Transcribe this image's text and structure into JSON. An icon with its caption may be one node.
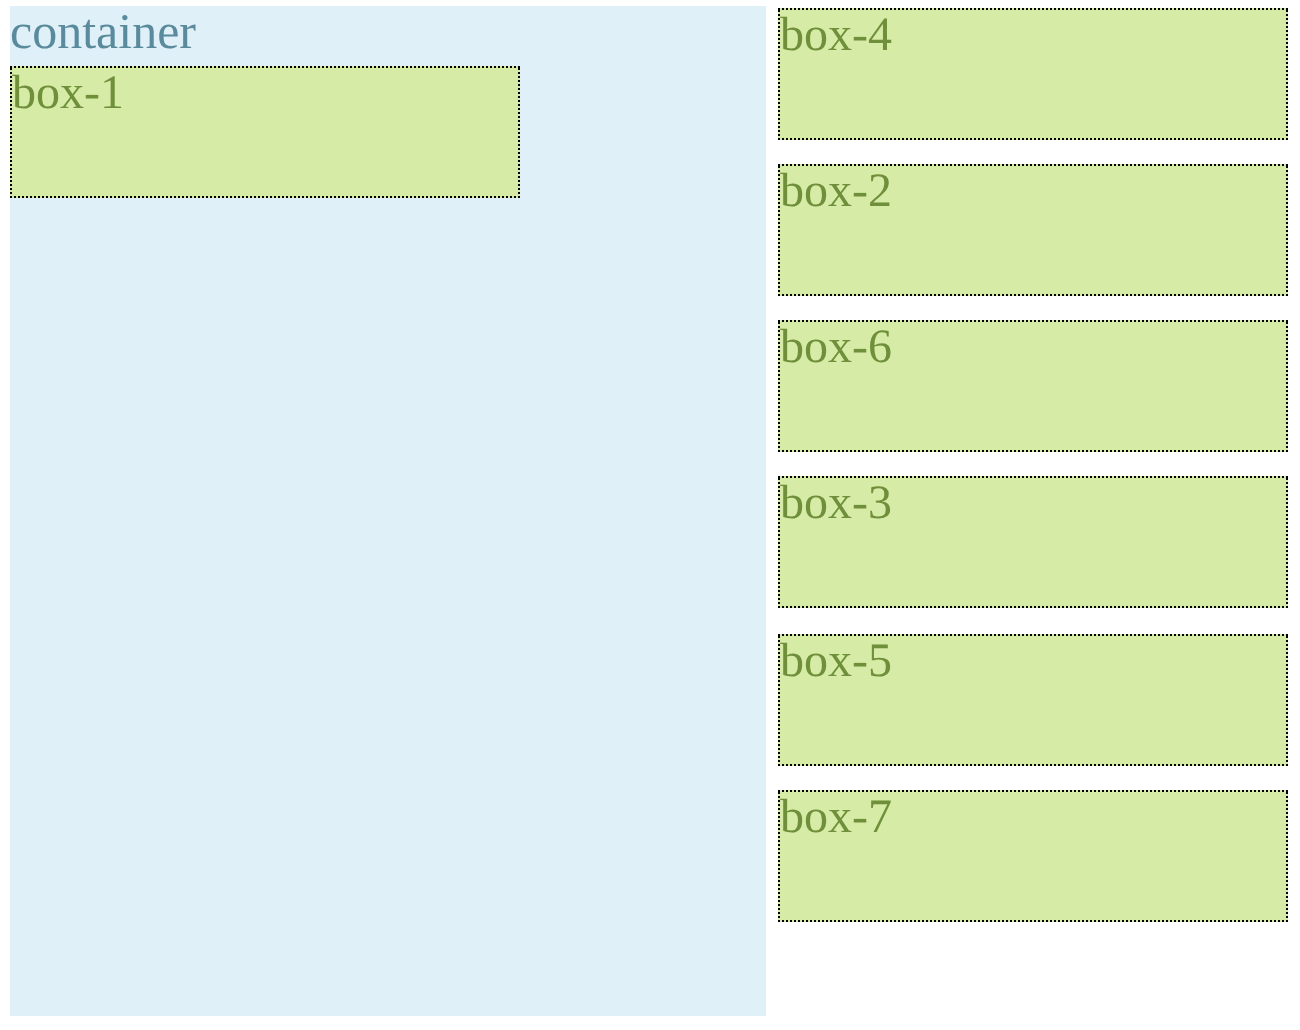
{
  "diagram": {
    "nodes": [
      {
        "text": [
          "container"
        ]
      },
      {
        "text": [
          "box-1"
        ],
        "in": 0
      },
      {
        "text": [
          "box-4"
        ]
      },
      {
        "text": [
          "box-2"
        ]
      },
      {
        "text": [
          "box-6"
        ]
      },
      {
        "text": [
          "box-3"
        ]
      },
      {
        "text": [
          "box-5"
        ]
      },
      {
        "text": [
          "box-7"
        ]
      }
    ]
  }
}
